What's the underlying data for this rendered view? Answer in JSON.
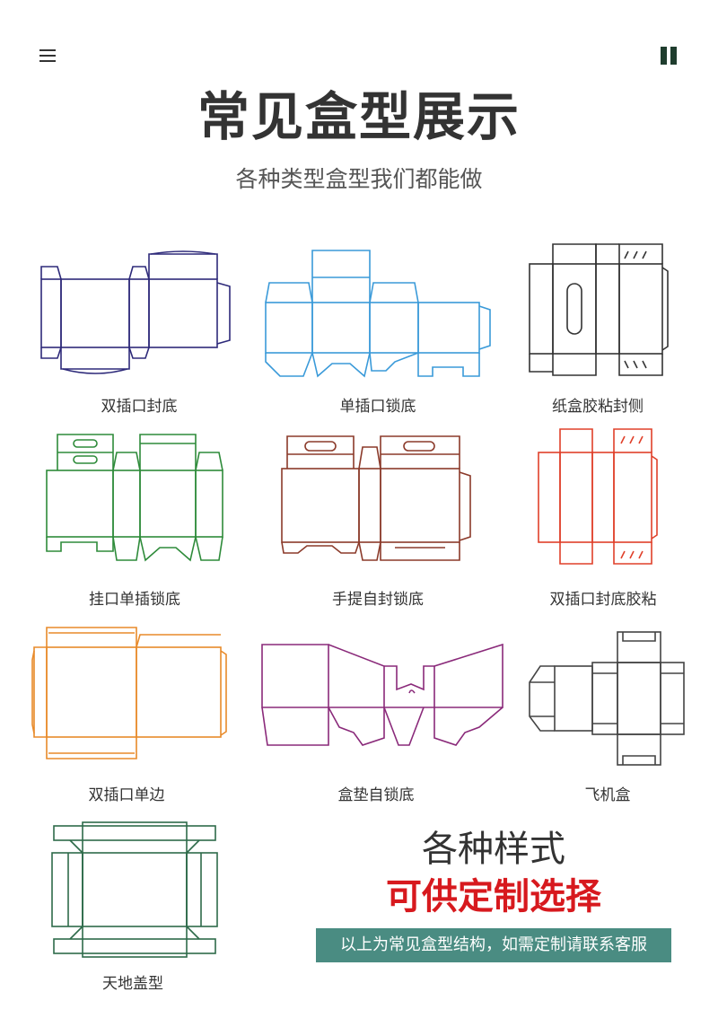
{
  "header": {
    "menu_icon": "menu-icon",
    "pause_icon": "pause-icon"
  },
  "page": {
    "title": "常见盒型展示",
    "subtitle": "各种类型盒型我们都能做"
  },
  "boxes": [
    {
      "label": "双插口封底",
      "color": "#2e2a7a"
    },
    {
      "label": "单插口锁底",
      "color": "#3a9ad9"
    },
    {
      "label": "纸盒胶粘封侧",
      "color": "#333333"
    },
    {
      "label": "挂口单插锁底",
      "color": "#2e8b3a"
    },
    {
      "label": "手提自封锁底",
      "color": "#8b3a2a"
    },
    {
      "label": "双插口封底胶粘",
      "color": "#e0402a"
    },
    {
      "label": "双插口单边",
      "color": "#e88a2a"
    },
    {
      "label": "盒垫自锁底",
      "color": "#8a2a7a"
    },
    {
      "label": "飞机盒",
      "color": "#444444"
    },
    {
      "label": "天地盖型",
      "color": "#2e6b4a"
    }
  ],
  "promo": {
    "line1": "各种样式",
    "line2": "可供定制选择",
    "banner": "以上为常见盒型结构，如需定制请联系客服",
    "banner_color": "#4a8c82",
    "highlight_color": "#d7191e"
  }
}
